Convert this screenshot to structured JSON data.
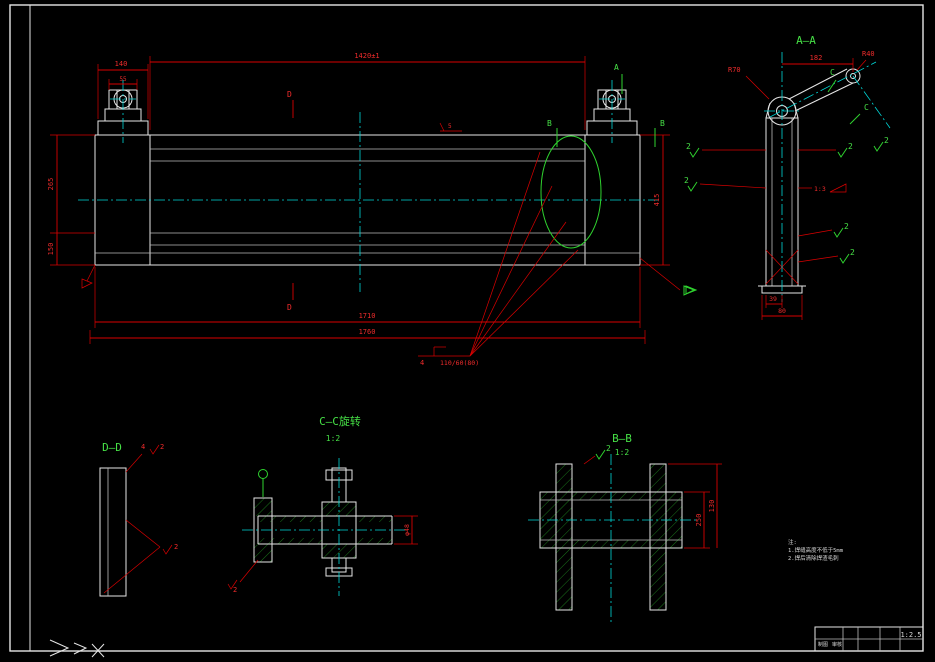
{
  "palette": {
    "background": "#000000",
    "geometry": "#e6e6e6",
    "dimensions": "#d90000",
    "sections": "#2fd32f",
    "centerlines": "#00d8d8"
  },
  "main": {
    "dim_1420": "1420±1",
    "dim_140": "140",
    "dim_55": "55",
    "dim_265": "265",
    "dim_150": "150",
    "dim_415": "415",
    "dim_1710": "1710",
    "dim_1760": "1760",
    "weld_qty": "4",
    "weld_note": "110/60(80)",
    "weld_5": "5",
    "mark_a": "A",
    "mark_b": "B",
    "mark_d": "D"
  },
  "aa": {
    "title": "A—A",
    "dim_r70": "R70",
    "dim_r40": "R40",
    "dim_182": "182",
    "slope": "1:3",
    "dim_39": "39",
    "dim_80": "80",
    "mark_c": "C",
    "finish_2": "2"
  },
  "bb": {
    "title": "B—B",
    "scale": "1:2",
    "dim_outer": "250",
    "dim_inner": "130",
    "finish_2": "2"
  },
  "cc": {
    "title": "C—C旋转",
    "scale": "1:2",
    "dim_dia": "φ48",
    "finish_2": "2"
  },
  "dd": {
    "title": "D—D",
    "finish_2": "2",
    "finish_4": "4"
  },
  "notes": {
    "line1": "注:",
    "line2": "1.焊缝高度不低于5mm",
    "line3": "2.焊后清除焊渣毛刺"
  },
  "titleblock": {
    "scale": "1:2.5",
    "field1": "制图",
    "field2": "审核"
  }
}
